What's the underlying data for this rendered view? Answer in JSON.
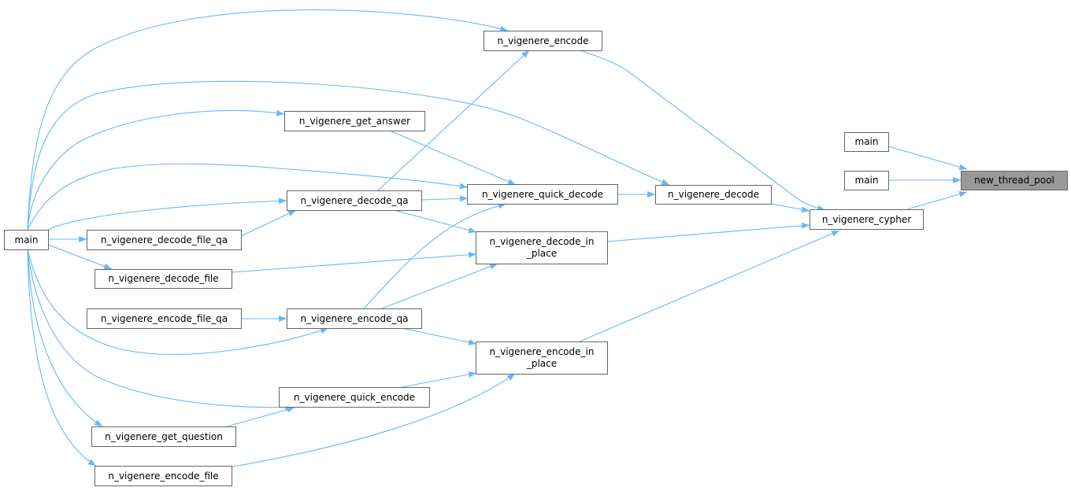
{
  "graph": {
    "root": "new_thread_pool",
    "nodes": {
      "new_thread_pool": "new_thread_pool",
      "main_a": "main",
      "main_b": "main",
      "main_c": "main",
      "cypher": "n_vigenere_cypher",
      "encode": "n_vigenere_encode",
      "decode": "n_vigenere_decode",
      "get_answer": "n_vigenere_get_answer",
      "quick_decode": "n_vigenere_quick_decode",
      "decode_qa": "n_vigenere_decode_qa",
      "decode_in_place_1": "n_vigenere_decode_in",
      "decode_in_place_2": "_place",
      "decode_file_qa": "n_vigenere_decode_file_qa",
      "decode_file": "n_vigenere_decode_file",
      "encode_file_qa": "n_vigenere_encode_file_qa",
      "encode_qa": "n_vigenere_encode_qa",
      "encode_in_place_1": "n_vigenere_encode_in",
      "encode_in_place_2": "_place",
      "quick_encode": "n_vigenere_quick_encode",
      "get_question": "n_vigenere_get_question",
      "encode_file": "n_vigenere_encode_file"
    },
    "colors": {
      "edge": "#63b8ff",
      "root_fill": "#999999",
      "border": "#666666"
    }
  }
}
